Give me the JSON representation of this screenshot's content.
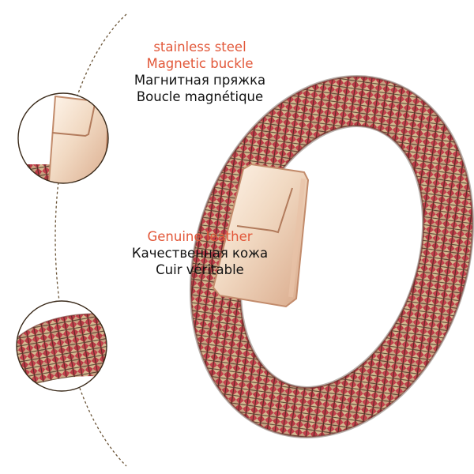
{
  "buckle_caption": {
    "line1": "stainless steel",
    "line2": "Magnetic buckle",
    "line3": "Магнитная пряжка",
    "line4": "Boucle magnétique"
  },
  "leather_caption": {
    "line1": "Genuine leather",
    "line2": "Качественная кожа",
    "line3": "Cuir véritable"
  },
  "colors": {
    "accent_text": "#e2583a",
    "body_text": "#111111",
    "leather_red": "#c0404a",
    "leather_tan": "#cfae86",
    "metal_gold": "#f2dcc4"
  },
  "icons": {
    "buckle_detail": "magnifier-circle",
    "leather_detail": "magnifier-circle",
    "product": "braided-leather-bracelet"
  }
}
